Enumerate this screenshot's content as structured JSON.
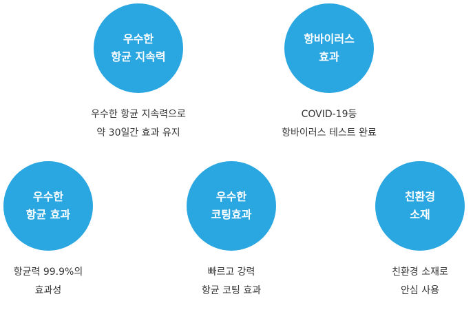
{
  "colors": {
    "circle": "#2aa6e1",
    "circle_text": "#ffffff",
    "desc_text": "#333333"
  },
  "features": [
    {
      "title": [
        "우수한",
        "항균 지속력"
      ],
      "desc": [
        "우수한 항균 지속력으로",
        "약 30일간 효과 유지"
      ]
    },
    {
      "title": [
        "항바이러스",
        "효과"
      ],
      "desc": [
        "COVID-19등",
        "항바이러스 테스트 완료"
      ]
    },
    {
      "title": [
        "우수한",
        "항균 효과"
      ],
      "desc": [
        "항균력 99.9%의",
        "효과성"
      ]
    },
    {
      "title": [
        "우수한",
        "코팅효과"
      ],
      "desc": [
        "빠르고 강력",
        "항균 코팅 효과"
      ]
    },
    {
      "title": [
        "친환경",
        "소재"
      ],
      "desc": [
        "친환경 소재로",
        "안심 사용"
      ]
    }
  ]
}
